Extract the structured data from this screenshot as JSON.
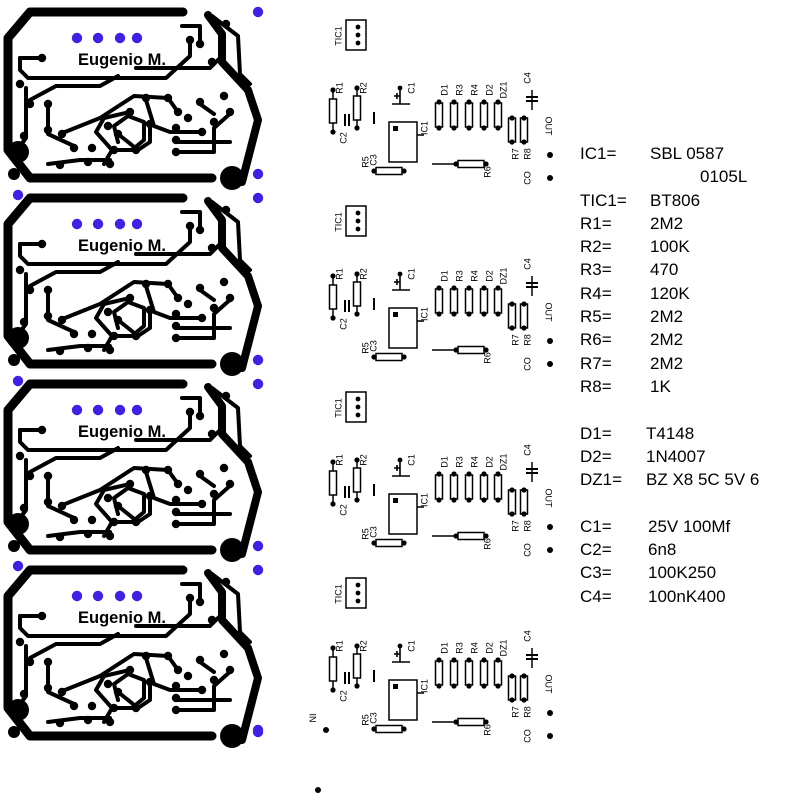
{
  "board_label": "Eugenio M.",
  "pcb_colors": {
    "copper": "#000000",
    "pad": "#3d22e6",
    "background": "#ffffff"
  },
  "silkscreen": {
    "tic": "TIC1",
    "r1": "R1",
    "r2": "R2",
    "r3": "R3",
    "r4": "R4",
    "r5": "R5",
    "r6": "R6",
    "r7": "R7",
    "r8": "R8",
    "c1": "C1",
    "c2": "C2",
    "c3": "C3",
    "c4": "C4",
    "d1": "D1",
    "d2": "D2",
    "dz1": "DZ1",
    "ic1": "IC1",
    "out": "OUT",
    "co": "CO",
    "in": "IN"
  },
  "bom": [
    {
      "ref": "IC1=",
      "value": "SBL    0587"
    },
    {
      "ref": "",
      "value": "0105L"
    },
    {
      "ref": "TIC1=",
      "value": "BT806"
    },
    {
      "ref": "R1=",
      "value": "2M2"
    },
    {
      "ref": "R2=",
      "value": "100K"
    },
    {
      "ref": "R3=",
      "value": "470"
    },
    {
      "ref": "R4=",
      "value": "120K"
    },
    {
      "ref": "R5=",
      "value": "2M2"
    },
    {
      "ref": "R6=",
      "value": "2M2"
    },
    {
      "ref": "R7=",
      "value": "2M2"
    },
    {
      "ref": "R8=",
      "value": "1K"
    },
    {
      "ref": "",
      "value": ""
    },
    {
      "ref": "D1=",
      "value": "T4148"
    },
    {
      "ref": "D2=",
      "value": "1N4007"
    },
    {
      "ref": "DZ1=",
      "value": "BZ X8 5C 5V 6"
    },
    {
      "ref": "",
      "value": ""
    },
    {
      "ref": "C1=",
      "value": "25V   100Mf"
    },
    {
      "ref": "C2=",
      "value": "6n8"
    },
    {
      "ref": "C3=",
      "value": "100K250"
    },
    {
      "ref": "C4=",
      "value": "100nK400"
    }
  ]
}
